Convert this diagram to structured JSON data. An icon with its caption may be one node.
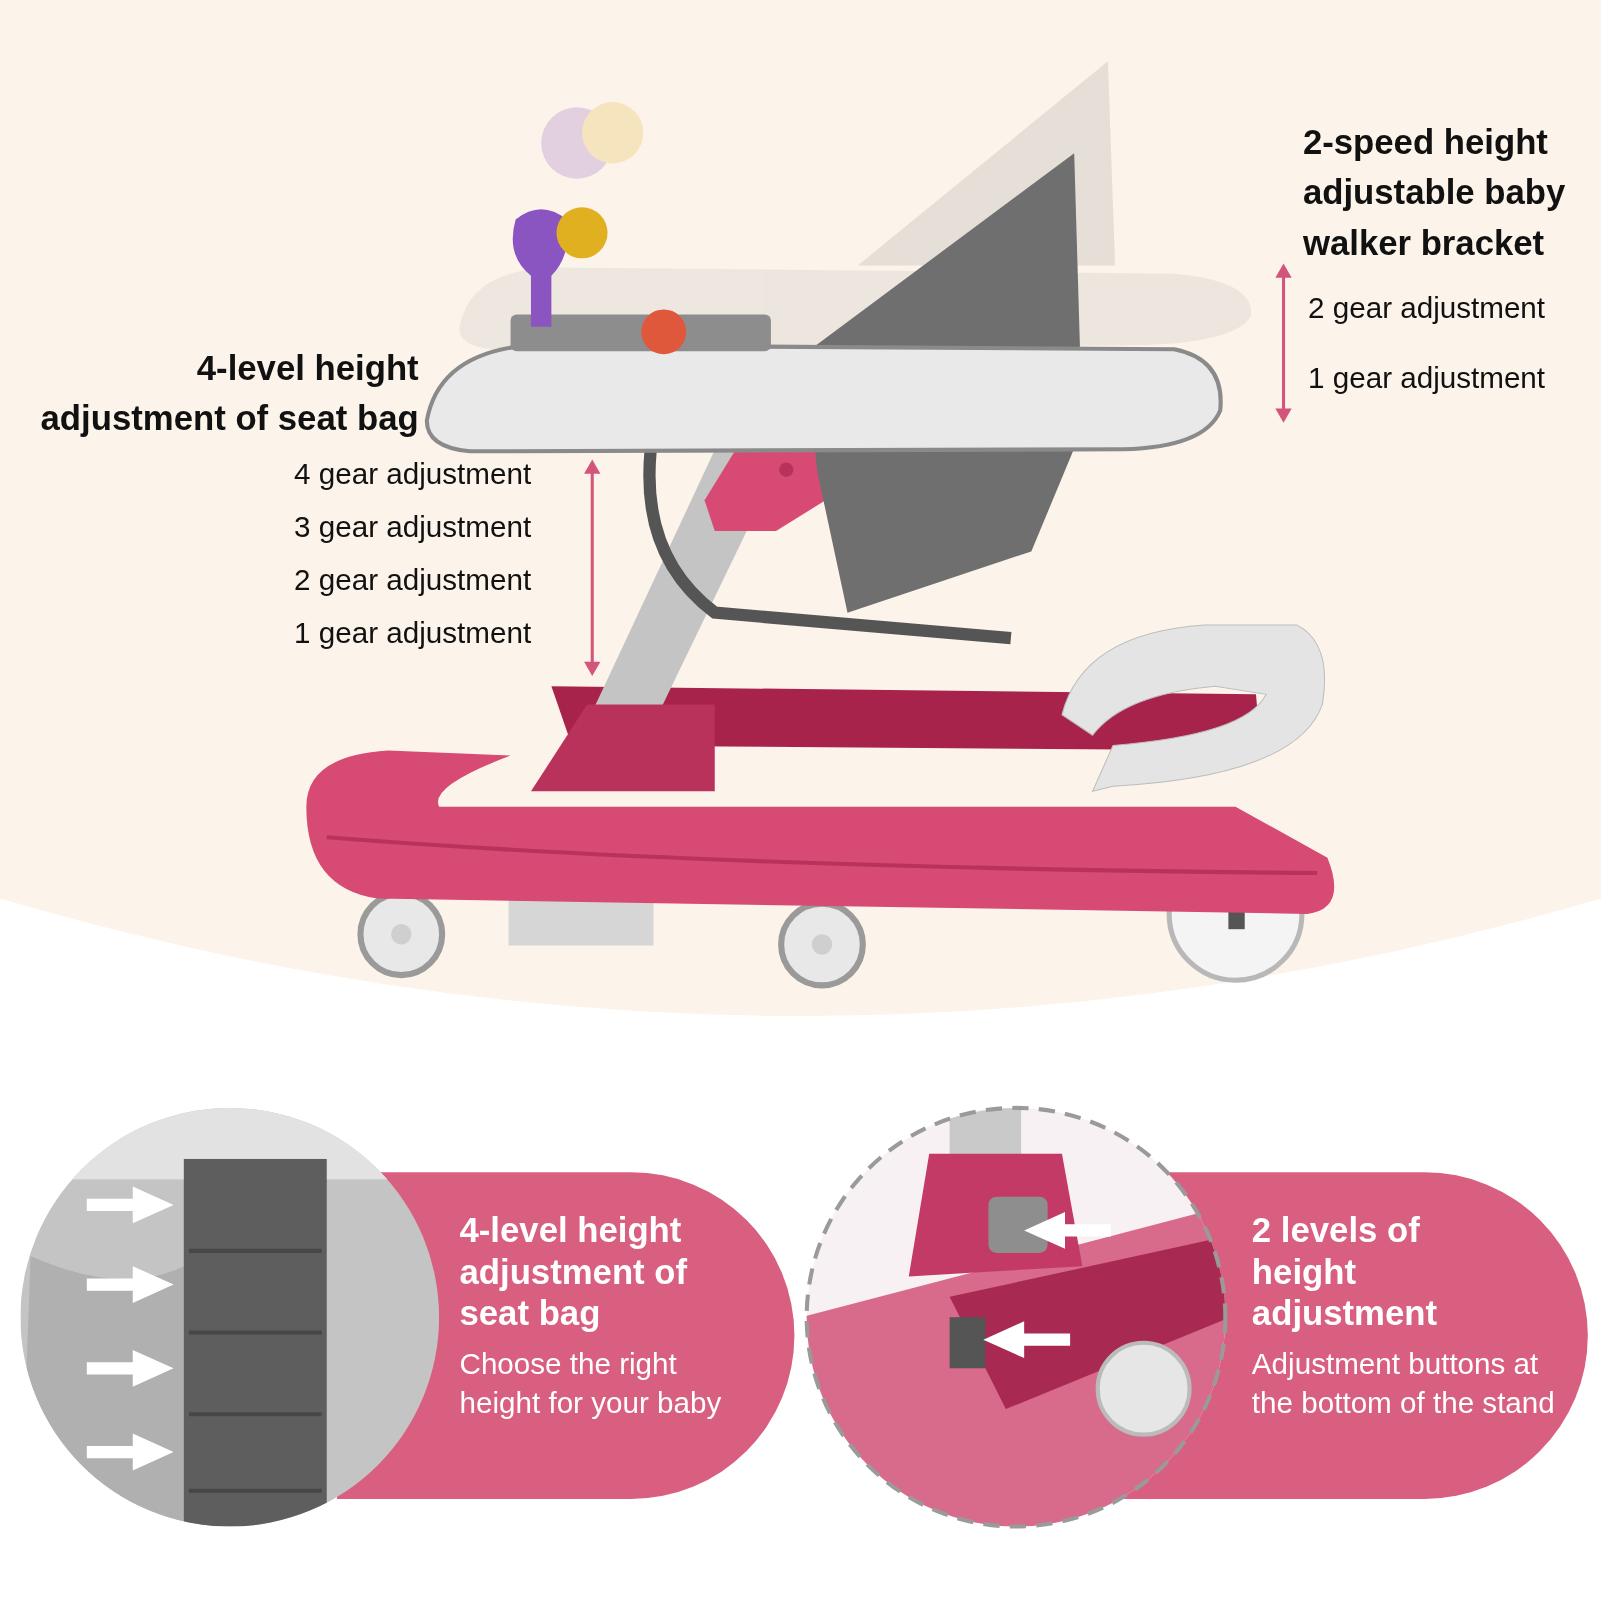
{
  "diagram": {
    "nodes": [
      {
        "text": [
          "4-level height adjustment of seat bag",
          "Choose the right height for your baby"
        ]
      },
      {
        "text": [
          "2 levels of height adjustment",
          "Adjustment buttons at the bottom of the stand"
        ]
      }
    ],
    "labels": [
      "2-speed height adjustable baby walker bracket",
      "2 gear adjustment",
      "1 gear adjustment",
      "4-level height adjustment of seat bag",
      "4 gear adjustment",
      "3 gear adjustment",
      "2 gear adjustment",
      "1 gear adjustment"
    ]
  }
}
